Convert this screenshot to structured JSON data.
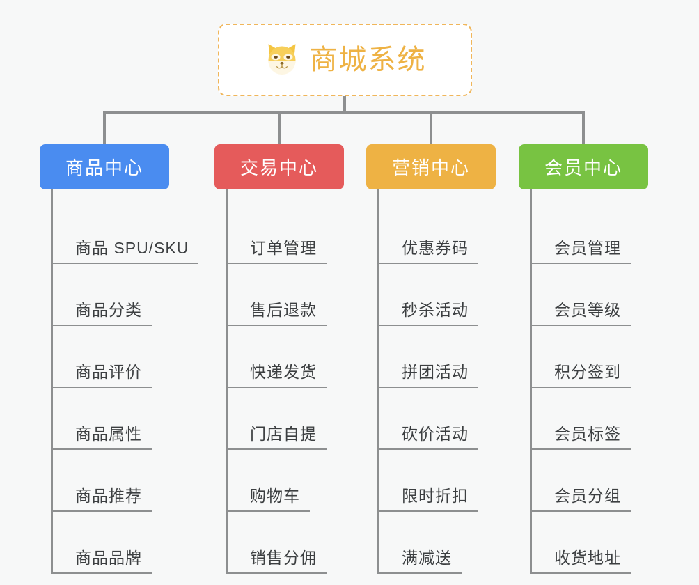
{
  "root": {
    "title": "商城系统",
    "icon": "shiba-dog-face-icon",
    "border_color": "#f0b65a",
    "text_color": "#eeb244",
    "background": "#ffffff"
  },
  "canvas": {
    "background": "#f7f8f8",
    "connector_color": "#8d8f90"
  },
  "columns": [
    {
      "header": "商品中心",
      "color": "#4a8cf0",
      "items": [
        "商品 SPU/SKU",
        "商品分类",
        "商品评价",
        "商品属性",
        "商品推荐",
        "商品品牌"
      ]
    },
    {
      "header": "交易中心",
      "color": "#e55b5b",
      "items": [
        "订单管理",
        "售后退款",
        "快递发货",
        "门店自提",
        "购物车",
        "销售分佣"
      ]
    },
    {
      "header": "营销中心",
      "color": "#eeb244",
      "items": [
        "优惠券码",
        "秒杀活动",
        "拼团活动",
        "砍价活动",
        "限时折扣",
        "满减送"
      ]
    },
    {
      "header": "会员中心",
      "color": "#78c342",
      "items": [
        "会员管理",
        "会员等级",
        "积分签到",
        "会员标签",
        "会员分组",
        "收货地址"
      ]
    }
  ]
}
